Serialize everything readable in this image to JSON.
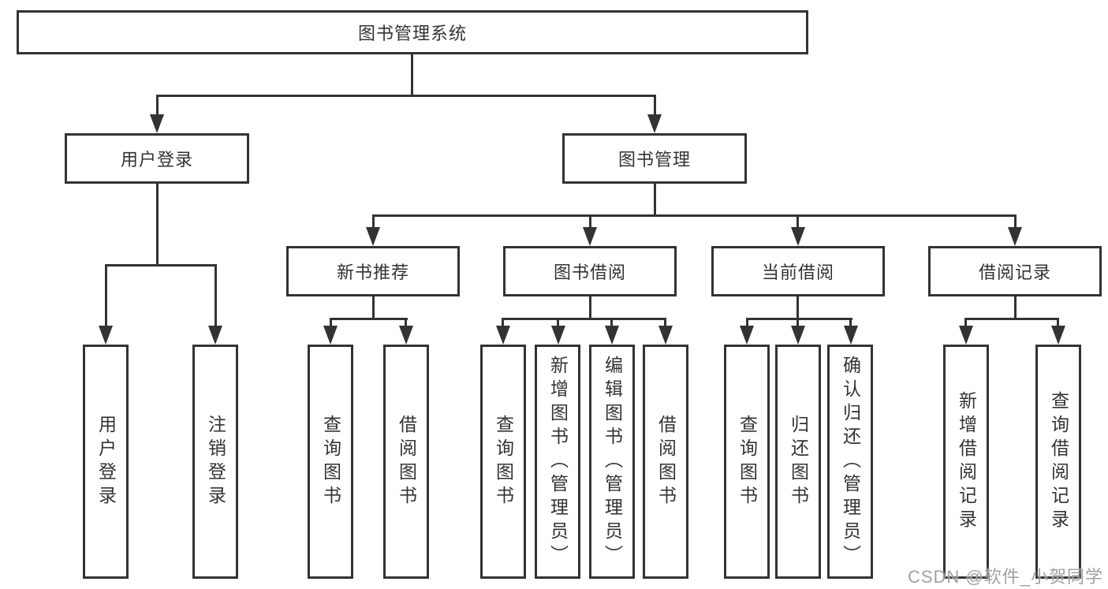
{
  "diagram": {
    "title": "图书管理系统",
    "root": {
      "label": "图书管理系统"
    },
    "level1": [
      {
        "label": "用户登录"
      },
      {
        "label": "图书管理"
      }
    ],
    "level2": [
      {
        "label": "新书推荐"
      },
      {
        "label": "图书借阅"
      },
      {
        "label": "当前借阅"
      },
      {
        "label": "借阅记录"
      }
    ],
    "leaves": [
      {
        "label": "用户登录"
      },
      {
        "label": "注销登录"
      },
      {
        "label": "查询图书"
      },
      {
        "label": "借阅图书"
      },
      {
        "label": "查询图书"
      },
      {
        "label": "新增图书（管理员）"
      },
      {
        "label": "编辑图书（管理员）"
      },
      {
        "label": "借阅图书"
      },
      {
        "label": "查询图书"
      },
      {
        "label": "归还图书"
      },
      {
        "label": "确认归还（管理员）"
      },
      {
        "label": "新增借阅记录"
      },
      {
        "label": "查询借阅记录"
      }
    ]
  },
  "watermark": {
    "text": "CSDN @软件_小贺同学"
  },
  "colors": {
    "line": "#333333",
    "background": "#ffffff",
    "watermark": "#949494"
  }
}
